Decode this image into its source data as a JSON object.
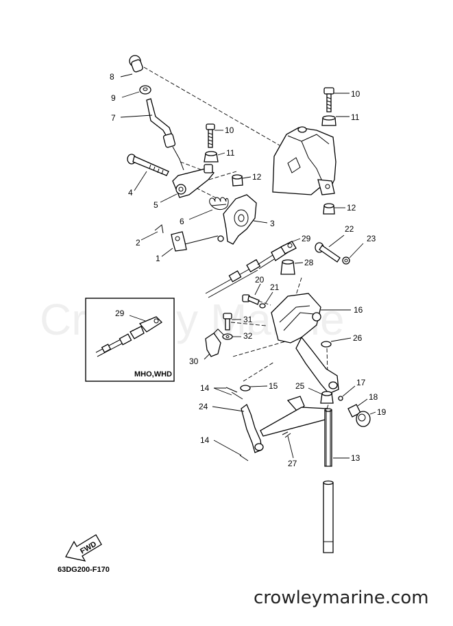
{
  "watermark": "Crowley Marine",
  "diagram_code": "63DG200-F170",
  "site": "crowleymarine.com",
  "inset": {
    "label": "MHO,WHD",
    "callout": "29"
  },
  "fwd_arrow": "FWD",
  "callouts": {
    "c8": "8",
    "c9": "9",
    "c7": "7",
    "c10a": "10",
    "c10b": "10",
    "c11a": "11",
    "c11b": "11",
    "c12a": "12",
    "c12b": "12",
    "c4": "4",
    "c5": "5",
    "c6": "6",
    "c3": "3",
    "c2": "2",
    "c1": "1",
    "c29": "29",
    "c22": "22",
    "c23": "23",
    "c28": "28",
    "c20": "20",
    "c21": "21",
    "c16": "16",
    "c31": "31",
    "c32": "32",
    "c26": "26",
    "c30": "30",
    "c14a": "14",
    "c15": "15",
    "c25": "25",
    "c17": "17",
    "c18": "18",
    "c19": "19",
    "c24": "24",
    "c14b": "14",
    "c27": "27",
    "c13": "13"
  }
}
